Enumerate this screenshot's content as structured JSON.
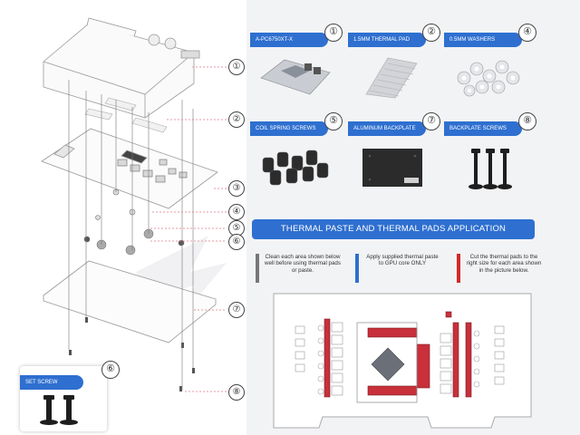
{
  "diagram_callouts": [
    "①",
    "②",
    "③",
    "④",
    "⑤",
    "⑥",
    "⑦",
    "⑧"
  ],
  "parts": [
    {
      "num": "①",
      "label": "A-PC6750XT-X",
      "photo": "waterblock-photo"
    },
    {
      "num": "②",
      "label": "1.5MM THERMAL PAD",
      "photo": "thermal-pad-photo"
    },
    {
      "num": "④",
      "label": "0.5MM WASHERS",
      "photo": "washers-photo"
    },
    {
      "num": "⑤",
      "label": "COIL SPRING SCREWS",
      "photo": "coil-spring-screws-photo"
    },
    {
      "num": "⑦",
      "label": "ALUMINUM BACKPLATE",
      "photo": "backplate-photo"
    },
    {
      "num": "⑧",
      "label": "BACKPLATE SCREWS",
      "photo": "backplate-screws-photo"
    }
  ],
  "set_screw": {
    "num": "⑥",
    "label": "SET SCREW"
  },
  "application": {
    "title": "THERMAL PASTE AND THERMAL PADS APPLICATION",
    "instructions": [
      {
        "text": "Clean each area shown below well before using thermal pads or paste.",
        "color": "#777777"
      },
      {
        "text": "Apply supplied thermal paste to GPU core ONLY",
        "color": "#2e6fd0"
      },
      {
        "text": "Cut the thermal pads to the right size for each area shown in the picture below.",
        "color": "#d42a2a"
      }
    ]
  },
  "colors": {
    "accent": "#2e6fd0",
    "pad_red": "#c8303a",
    "gpu_core": "#6b7078"
  }
}
